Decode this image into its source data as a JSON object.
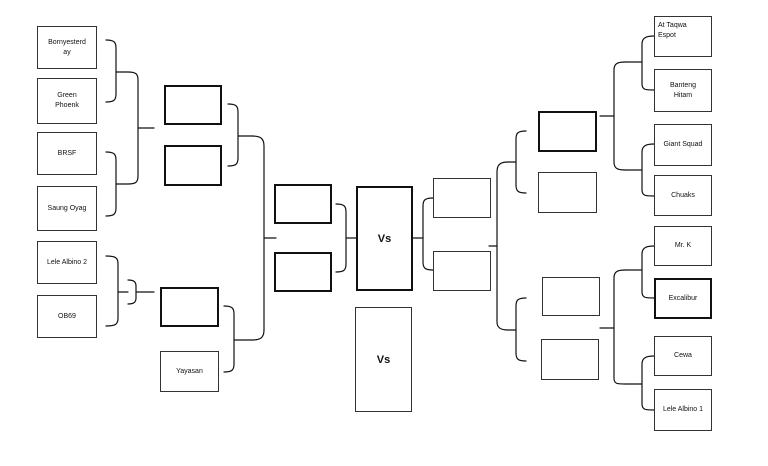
{
  "left_round1": [
    "Bornyesterd\nay",
    "Green\nPhoenk",
    "BRSF",
    "Saung Oyag",
    "Lele Albino 2",
    "OB69"
  ],
  "left_round2": [
    "",
    "",
    "",
    "Yayasan"
  ],
  "left_round3": [
    "",
    ""
  ],
  "center": [
    "Vs",
    "Vs"
  ],
  "right_round3": [
    "",
    ""
  ],
  "right_round2": [
    "",
    "",
    "",
    ""
  ],
  "right_round1": [
    "At Taqwa\nEspot",
    "Banteng\nHitam",
    "Giant Squad",
    "Chuaks",
    "Mr. K",
    "Excalibur",
    "Cewa",
    "Lele Albino 1"
  ]
}
